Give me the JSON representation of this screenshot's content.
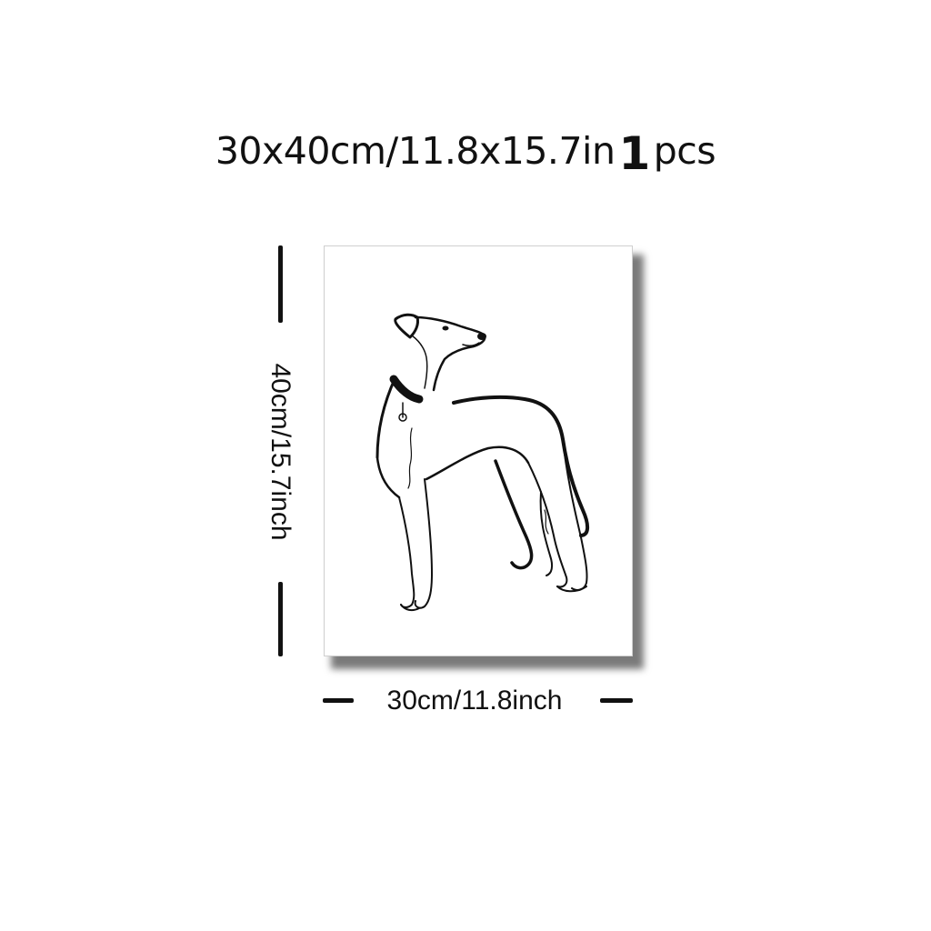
{
  "title": {
    "size_text": "30x40cm/11.8x15.7in",
    "quantity_number": "1",
    "quantity_unit": "pcs"
  },
  "dimensions": {
    "height_label": "40cm/15.7inch",
    "width_label": "30cm/11.8inch"
  },
  "artwork": {
    "subject": "greyhound-line-drawing",
    "line_color": "#111111",
    "canvas_color": "#ffffff",
    "shadow_color": "#7a7a7a"
  }
}
